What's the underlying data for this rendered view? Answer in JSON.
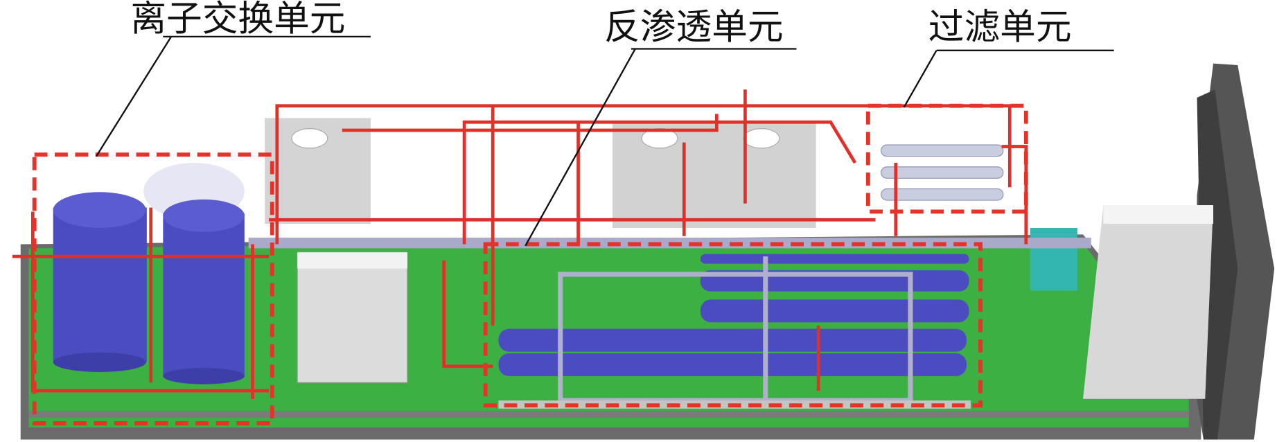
{
  "labels": {
    "ion_exchange": "离子交换单元",
    "reverse_osmosis": "反渗透单元",
    "filtration": "过滤单元"
  },
  "colors": {
    "highlight": "#e5332a",
    "base": "#3cb043",
    "tank": "#4b4cc0",
    "pipe": "#e0302a",
    "frame": "#a9a9c9"
  }
}
